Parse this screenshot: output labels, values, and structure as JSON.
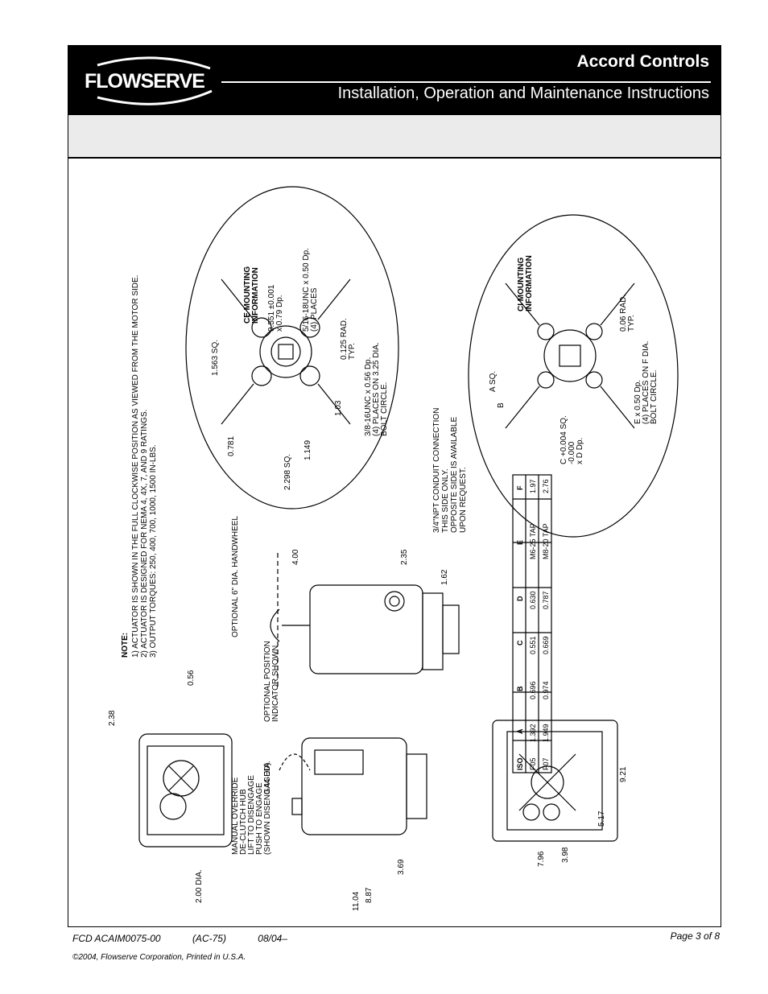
{
  "header": {
    "brand": "Accord Controls",
    "doc_title": "Installation, Operation and Maintenance Instructions",
    "logo_text": "FLOWSERVE"
  },
  "notes": {
    "heading": "NOTE:",
    "items": [
      "1) ACTUATOR IS SHOWN IN THE FULL CLOCKWISE POSITION AS VIEWED FROM THE MOTOR SIDE.",
      "2) ACTUATOR IS DESIGNED FOR NEMA 4, 4X, 7, AND 9 RATINGS.",
      "3) OUTPUT TORQUES: 250, 400, 700, 1000, 1500 IN-LBS."
    ]
  },
  "ce_mounting": {
    "title_1": "CE MOUNTING",
    "title_2": "INFORMATION",
    "dims": [
      "1.563 SQ.",
      "0.551 ±0.001",
      "x 0.79 Dp.",
      "5/16-18UNC x 0.50 Dp.",
      "(4) PLACES",
      "0.125 RAD.",
      "TYP.",
      "1.03",
      "0.781",
      "1.149",
      "2.298 SQ.",
      "3/8-16UNC x 0.56 Dp.",
      "(4) PLACES ON 3.25 DIA.",
      "BOLT CIRCLE."
    ]
  },
  "ci_mounting": {
    "title_1": "CI MOUNTING",
    "title_2": "INFORMATION",
    "dims": [
      "0.06 RAD.",
      "TYP.",
      "A SQ.",
      "B",
      "E x 0.50 Dp.",
      "(4) PLACES ON F DIA.",
      "BOLT CIRCLE.",
      "C +0.004 SQ.",
      "-0.000",
      "x D Dp."
    ]
  },
  "conduit": [
    "3/4\"NPT CONDUIT CONNECTION",
    "THIS SIDE ONLY.",
    "OPPOSITE SIDE IS AVAILABLE",
    "UPON REQUEST."
  ],
  "side_view": {
    "handwheel": "OPTIONAL 6\" DIA. HANDWHEEL",
    "dims": [
      "4.00",
      "2.35",
      "1.62"
    ]
  },
  "top_view": {
    "indicator_1": "OPTIONAL POSITION",
    "indicator_2": "INDICATOR SHOWN",
    "override": [
      "MANUAL OVERRIDE",
      "DE-CLUTCH HUB",
      "LIFT TO DISENGAGE",
      "PUSH TO ENGAGE",
      "(SHOWN DISENGAGED)"
    ],
    "dims": [
      "2.38",
      "0.56",
      "0.44 DIA.",
      "2.00 DIA.",
      "3.69",
      "8.87",
      "11.04"
    ]
  },
  "bottom_view": {
    "dims": [
      "9.21",
      "5.17",
      "3.98",
      "7.96"
    ]
  },
  "iso_table": {
    "headers": [
      "ISO",
      "A",
      "B",
      "C",
      "D",
      "E",
      "F"
    ],
    "rows": [
      [
        "F05",
        "1.392",
        "0.696",
        "0.551",
        "0.630",
        "M6-25 TAP",
        "1.97"
      ],
      [
        "F07",
        "1.949",
        "0.974",
        "0.669",
        "0.787",
        "M8-20 TAP",
        "2.76"
      ]
    ]
  },
  "footer": {
    "doc_code": "FCD ACAIM0075-00",
    "ac": "(AC-75)",
    "date": "08/04–",
    "page": "Page 3 of 8",
    "copyright": "©2004, Flowserve Corporation, Printed in U.S.A."
  }
}
